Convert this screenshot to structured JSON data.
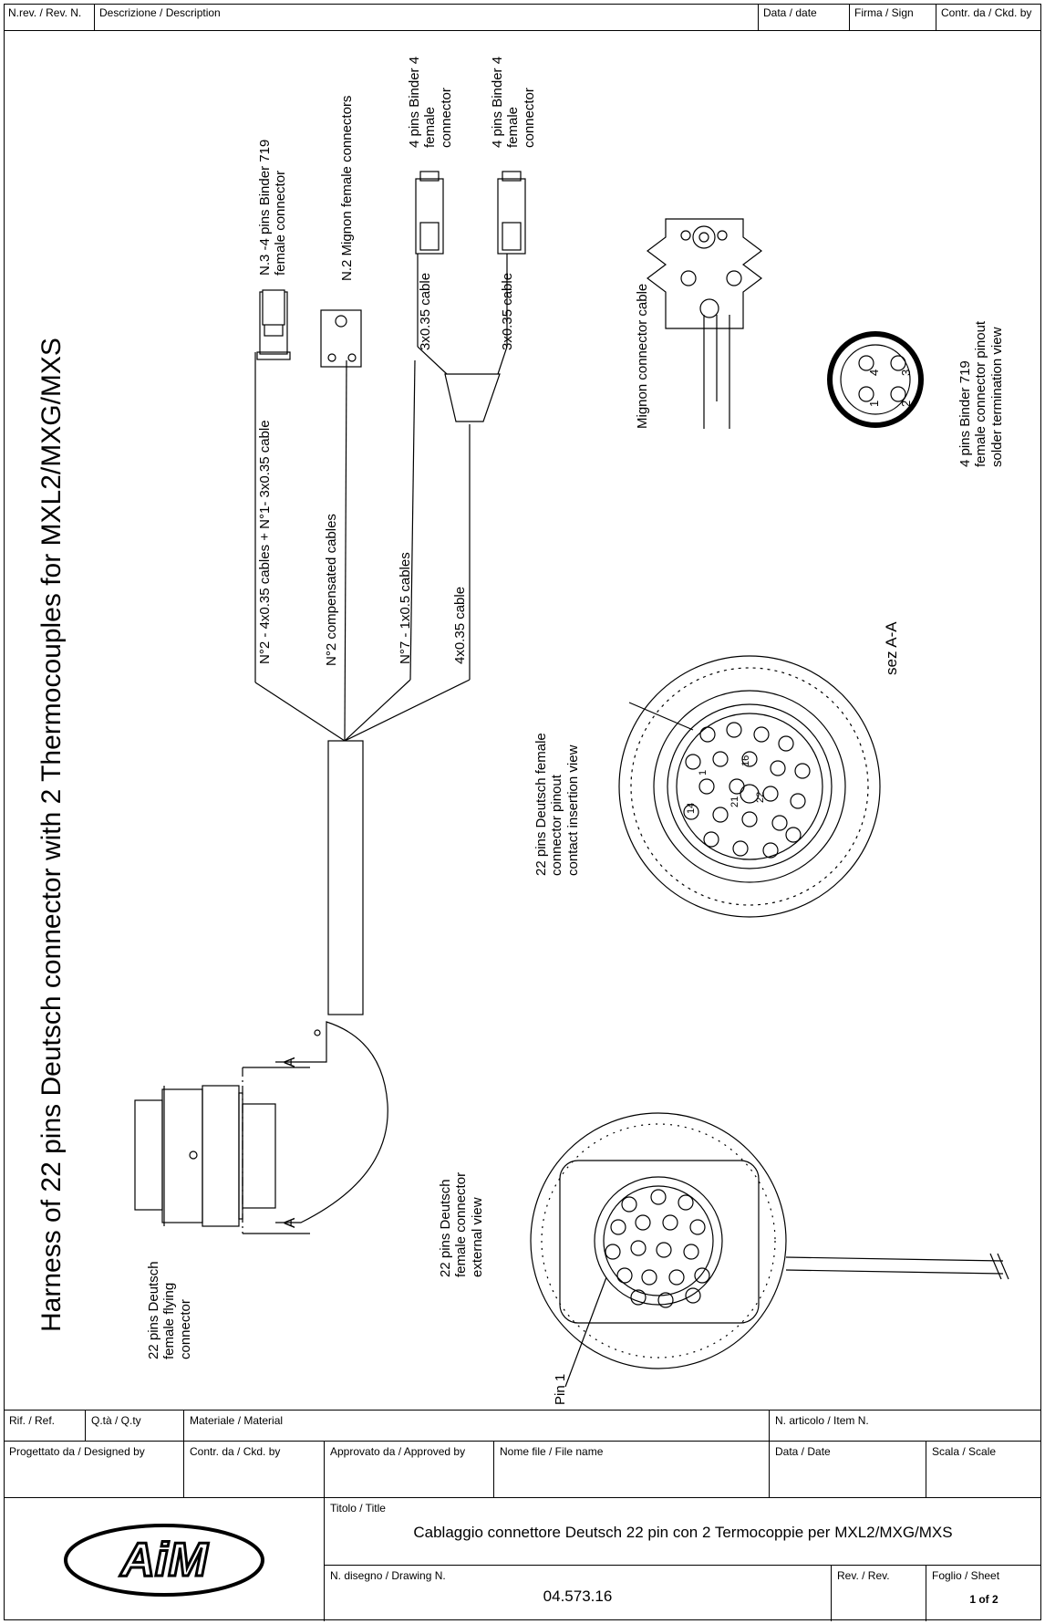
{
  "header": {
    "rev": "N.rev. / Rev. N.",
    "description": "Descrizione / Description",
    "date": "Data / date",
    "sign": "Firma / Sign",
    "checked": "Contr. da / Ckd. by"
  },
  "drawing": {
    "title": "Harness of 22 pins Deutsch connector with 2 Thermocouples for MXL2/MXG/MXS",
    "labels": {
      "binder719_a": "N.3 -4 pins Binder 719",
      "binder719_b": "female connector",
      "mignon_connectors": "N.2 Mignon female connectors",
      "binder4_a1": "4 pins Binder 4",
      "binder4_a2": "female",
      "binder4_a3": "connector",
      "binder4_b1": "4 pins Binder 4",
      "binder4_b2": "female",
      "binder4_b3": "connector",
      "cable_3x035_a": "3x0.35 cable",
      "cable_3x035_b": "3x0.35 cable",
      "cable_bundle": "N°2 - 4x0.35 cables + N°1- 3x0.35 cable",
      "compensated": "N°2 compensated cables",
      "cable_1x05": "N°7 - 1x0.5 cables",
      "cable_4x035": "4x0.35 cable",
      "mignon_cable": "Mignon connector cable",
      "binder_pinout_1": "4 pins Binder 719",
      "binder_pinout_2": "female connector pinout",
      "binder_pinout_3": "solder termination view",
      "sez": "sez A-A",
      "deutsch_insertion_1": "22 pins Deutsch female",
      "deutsch_insertion_2": "connector pinout",
      "deutsch_insertion_3": "contact insertion view",
      "deutsch_flying_1": "22 pins Deutsch",
      "deutsch_flying_2": "female flying",
      "deutsch_flying_3": "connector",
      "deutsch_external_1": "22 pins Deutsch",
      "deutsch_external_2": "female connector",
      "deutsch_external_3": "external view",
      "pin1": "Pin 1",
      "section_a": "A",
      "pin_numbers": [
        "1",
        "2",
        "3",
        "4"
      ],
      "deutsch_pins": [
        "1",
        "14",
        "16",
        "21",
        "22"
      ]
    }
  },
  "title_block": {
    "ref": "Rif. / Ref.",
    "qty": "Q.tà / Q.ty",
    "material": "Materiale / Material",
    "item": "N. articolo / Item N.",
    "designed": "Progettato da / Designed by",
    "checked": "Contr. da / Ckd. by",
    "approved": "Approvato da / Approved by",
    "filename": "Nome file / File name",
    "date": "Data / Date",
    "scale": "Scala / Scale",
    "title_label": "Titolo / Title",
    "title_value": "Cablaggio connettore Deutsch 22 pin con 2 Termocoppie per MXL2/MXG/MXS",
    "drawing_no_label": "N. disegno / Drawing N.",
    "drawing_no_value": "04.573.16",
    "rev": "Rev. / Rev.",
    "sheet_label": "Foglio / Sheet",
    "sheet_value": "1 of 2",
    "logo": "AiM"
  }
}
